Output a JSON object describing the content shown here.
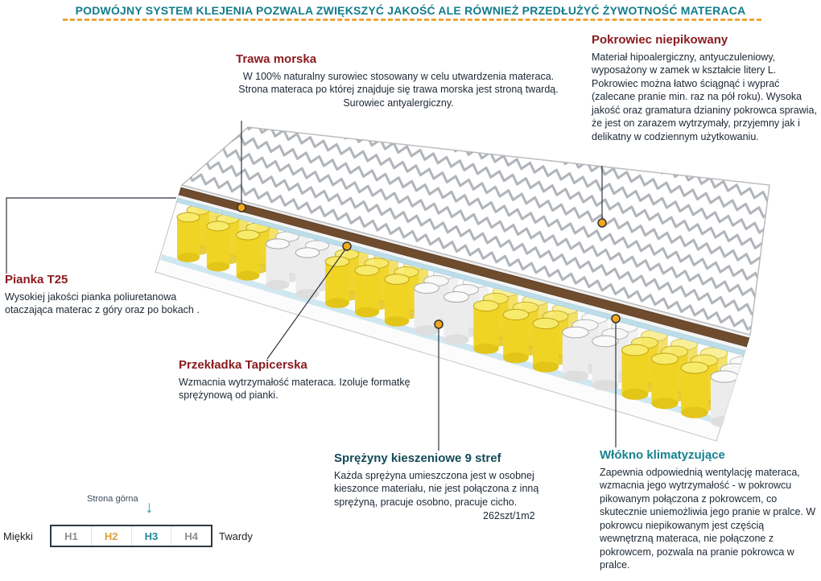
{
  "colors": {
    "header_teal": "#127c8c",
    "heading_maroon": "#8a1c20",
    "heading_teal": "#17828f",
    "heading_dark": "#144b58",
    "dash_orange": "#eda33a",
    "marker_orange": "#f3a71d",
    "spring_yellow": "#f0d424",
    "seagrass_brown": "#6f4c2e",
    "fiber_blue": "#bcdde9"
  },
  "header": {
    "title": "PODWÓJNY SYSTEM KLEJENIA POZWALA ZWIĘKSZYĆ JAKOŚĆ ALE RÓWNIEŻ PRZEDŁUŻYĆ ŻYWOTNOŚĆ MATERACA"
  },
  "callouts": {
    "trawa": {
      "title": "Trawa morska",
      "body": "W 100% naturalny surowiec stosowany w celu utwardzenia materaca. Strona materaca po której znajduje się trawa morska jest stroną twardą. Surowiec antyalergiczny."
    },
    "pokrowiec": {
      "title": "Pokrowiec  niepikowany",
      "body": "Materiał hipoalergiczny, antyuczuleniowy, wyposażony w zamek w kształcie litery L. Pokrowiec można łatwo ściągnąć i wyprać (zalecane pranie min.  raz na pół roku). Wysoka jakość oraz gramatura dzianiny pokrowca sprawia, że jest on zarazem wytrzymały, przyjemny jak i delikatny w codziennym użytkowaniu."
    },
    "pianka": {
      "title": "Pianka T25",
      "body": "Wysokiej jakości pianka poliuretanowa otaczająca materac z góry oraz po bokach ."
    },
    "przekladka": {
      "title": "Przekładka Tapicerska",
      "body": "Wzmacnia wytrzymałość materaca. Izoluje formatkę sprężynową od pianki."
    },
    "sprezyny": {
      "title": "Sprężyny kieszeniowe 9 stref",
      "body": "Każda sprężyna umieszczona jest w osobnej kieszonce materiału, nie jest połączona z inną sprężyną, pracuje osobno, pracuje cicho.",
      "count": "262szt/1m2"
    },
    "wlokno": {
      "title": "Włókno klimatyzujące",
      "body": "Zapewnia odpowiednią wentylację materaca, wzmacnia jego wytrzymałość - w pokrowcu pikowanym połączona z pokrowcem, co skutecznie uniemożliwia jego pranie w pralce. W pokrowcu niepikowanym jest częścią wewnętrzną materaca, nie połączone z pokrowcem, pozwala na pranie pokrowca w pralce."
    }
  },
  "scale": {
    "top_side_label": "Strona górna",
    "soft_label": "Miękki",
    "hard_label": "Twardy",
    "levels": [
      {
        "label": "H1",
        "color": "#8f8f8f"
      },
      {
        "label": "H2",
        "color": "#dc9f3c"
      },
      {
        "label": "H3",
        "color": "#1f8a97"
      },
      {
        "label": "H4",
        "color": "#8f8f8f"
      }
    ]
  }
}
